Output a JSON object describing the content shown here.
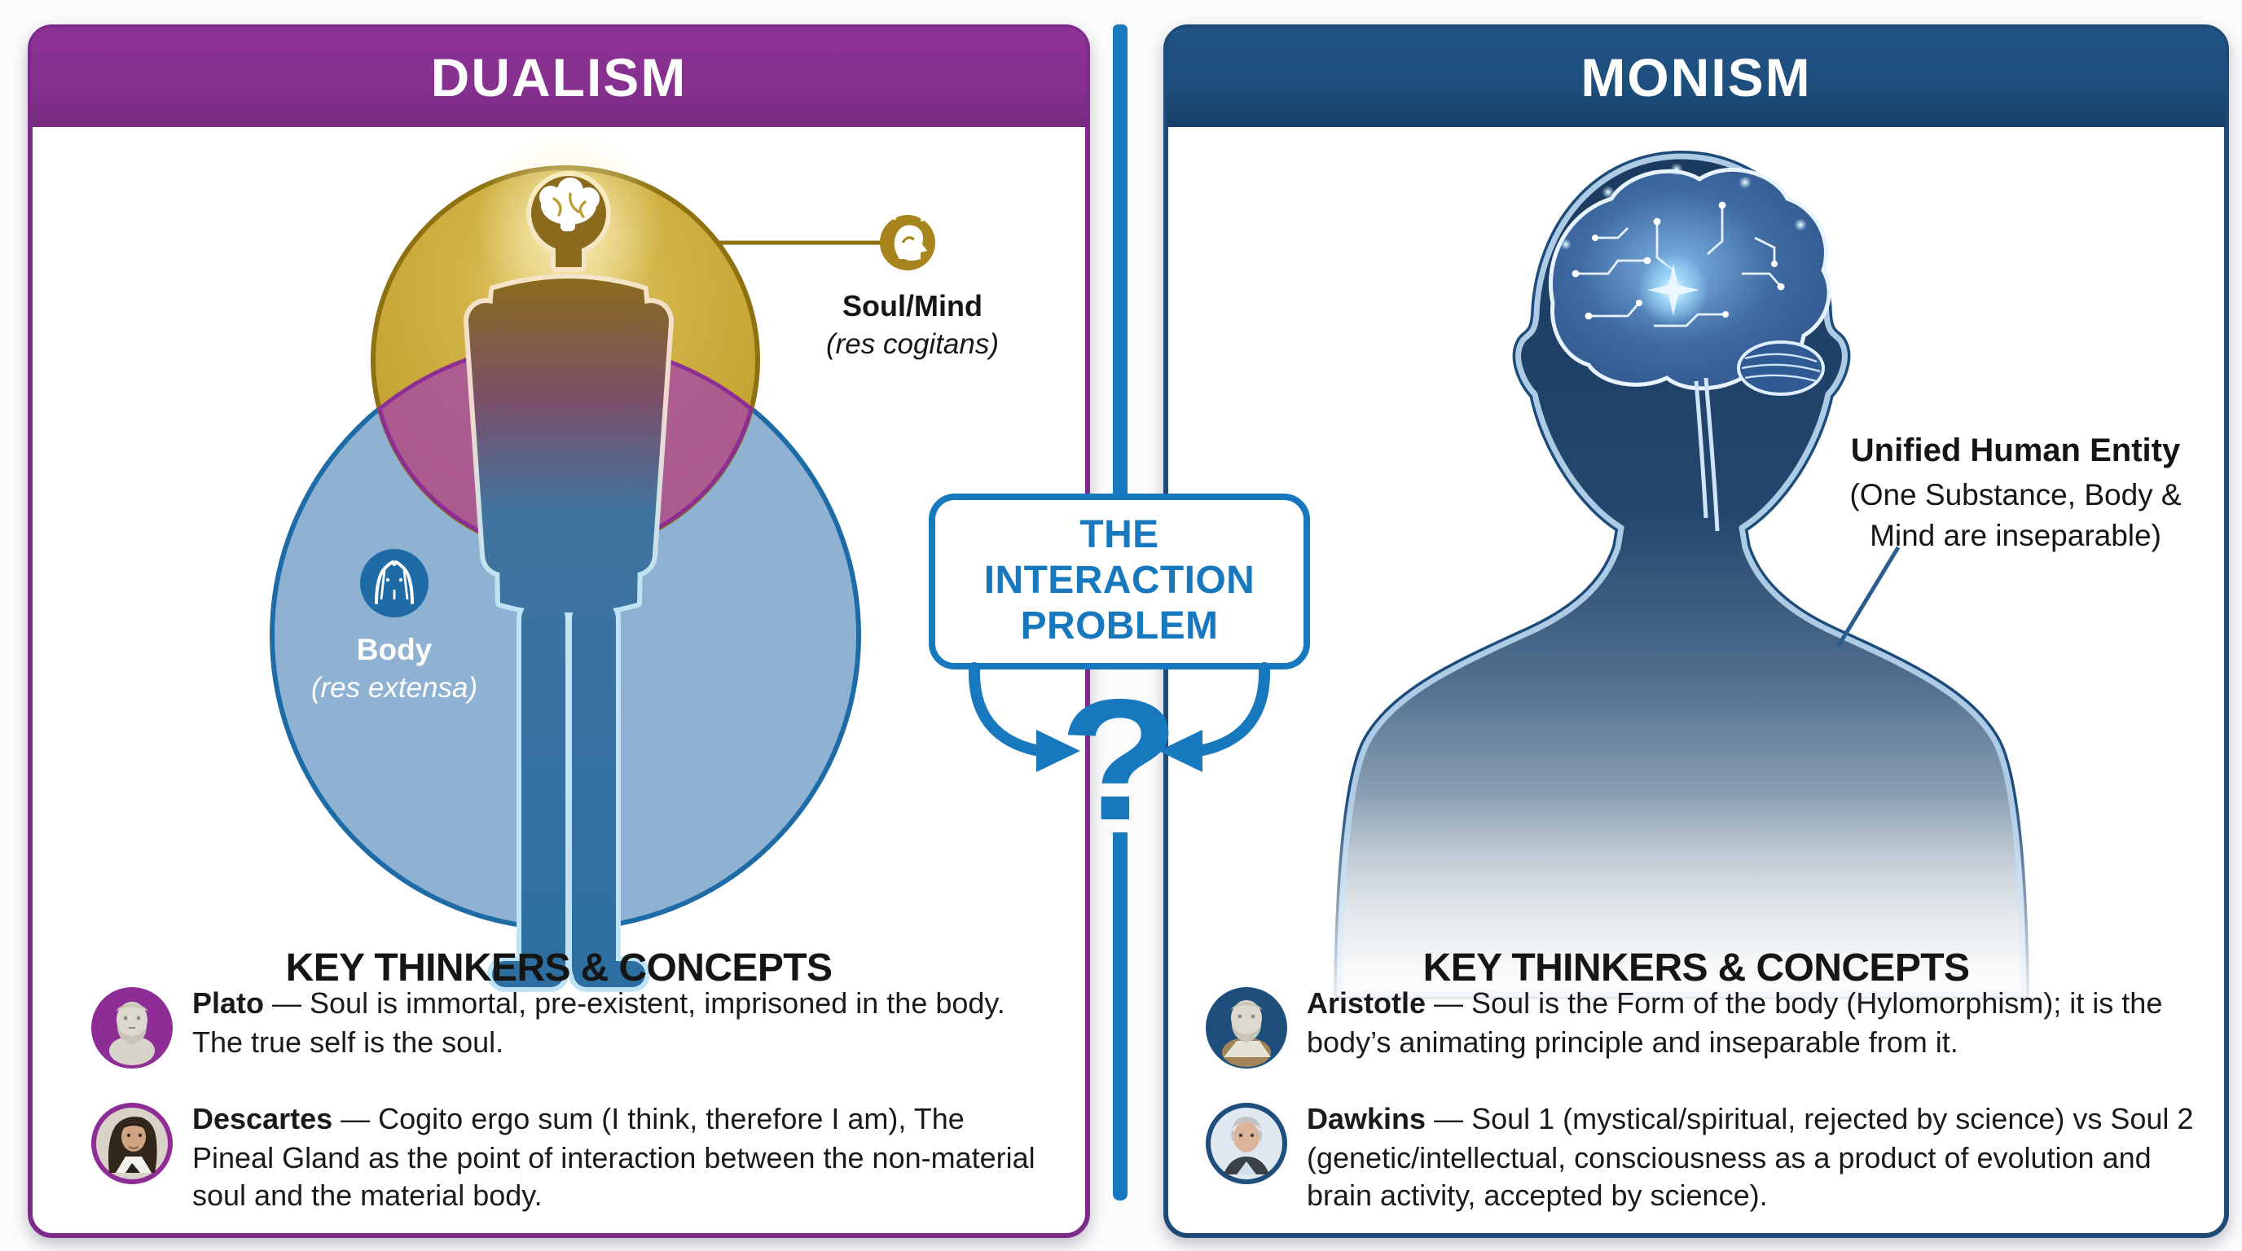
{
  "left_panel": {
    "title": "DUALISM",
    "soul_label": "Soul/Mind",
    "soul_sublabel": "(res cogitans)",
    "body_label": "Body",
    "body_sublabel": "(res extensa)",
    "section_title": "KEY THINKERS & CONCEPTS",
    "thinkers": [
      {
        "name": "Plato",
        "text": " — Soul is immortal, pre-existent, imprisoned in the body. The true self is the soul."
      },
      {
        "name": "Descartes",
        "text": " — Cogito ergo sum (I think, therefore I am), The Pineal Gland as the point of interaction between the non-material soul and the material body."
      }
    ]
  },
  "center": {
    "line1": "THE",
    "line2": "INTERACTION",
    "line3": "PROBLEM",
    "question_mark": "?"
  },
  "right_panel": {
    "title": "MONISM",
    "entity_label": "Unified Human Entity",
    "entity_sublabel_line1": "(One Substance, Body &",
    "entity_sublabel_line2": "Mind are inseparable)",
    "section_title": "KEY THINKERS & CONCEPTS",
    "thinkers": [
      {
        "name": "Aristotle",
        "text": " — Soul is the Form of the body (Hylomorphism); it is the body’s animating principle and inseparable from it."
      },
      {
        "name": "Dawkins",
        "text": " — Soul 1 (mystical/spiritual, rejected by science) vs Soul 2 (genetic/intellectual, consciousness as a product of evolution and brain activity, accepted by science)."
      }
    ]
  },
  "icons": {
    "soul_mind_icon": "head-with-rays-icon",
    "body_icon": "torso-outline-icon",
    "left_figure": "human-silhouette-venn",
    "right_figure": "human-bust-circuit-brain"
  },
  "colors": {
    "dualism_purple": "#86308f",
    "monism_navy": "#1d4e7c",
    "divider_blue": "#1879c0",
    "interaction_blue": "#1878be",
    "soul_gold": "#c3a02c",
    "body_circle_blue": "#8fb2d2",
    "overlap_purple": "#a84fa0"
  }
}
